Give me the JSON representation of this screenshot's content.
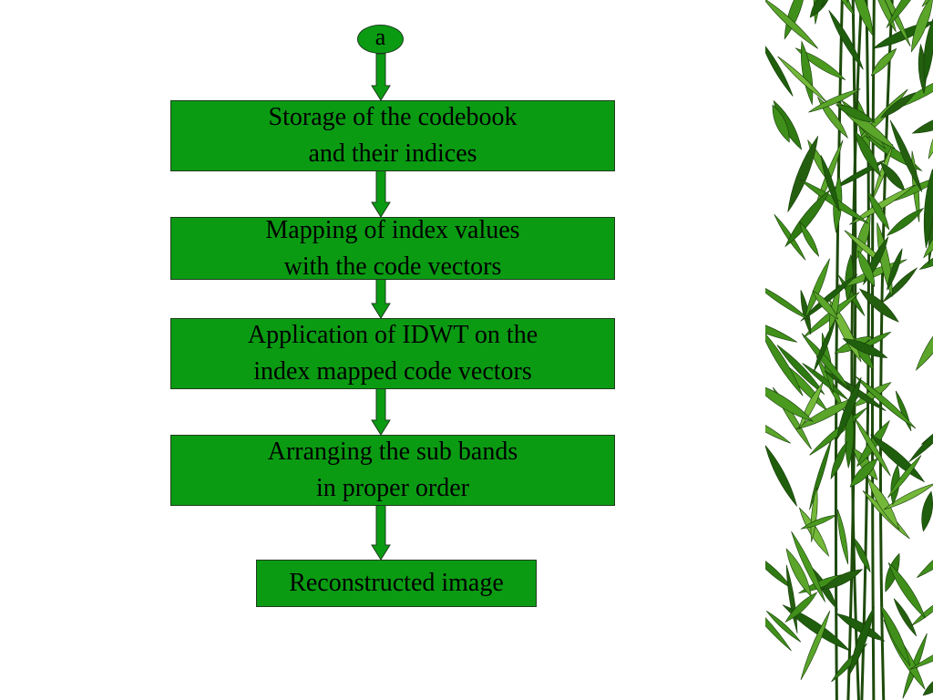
{
  "diagram": {
    "connector_label": "a",
    "steps": [
      {
        "line1": "Storage of the codebook",
        "line2": "and their indices"
      },
      {
        "line1": "Mapping of index values",
        "line2": "with the code vectors"
      },
      {
        "line1": "Application of IDWT on the",
        "line2": "index mapped code vectors"
      },
      {
        "line1": "Arranging the sub bands",
        "line2": "in proper order"
      }
    ],
    "output": "Reconstructed image"
  },
  "colors": {
    "box_fill": "#0b9b13",
    "box_border": "#1d3d1d",
    "arrow": "#0b9b13",
    "bamboo_leaf": "#2f7a12"
  }
}
